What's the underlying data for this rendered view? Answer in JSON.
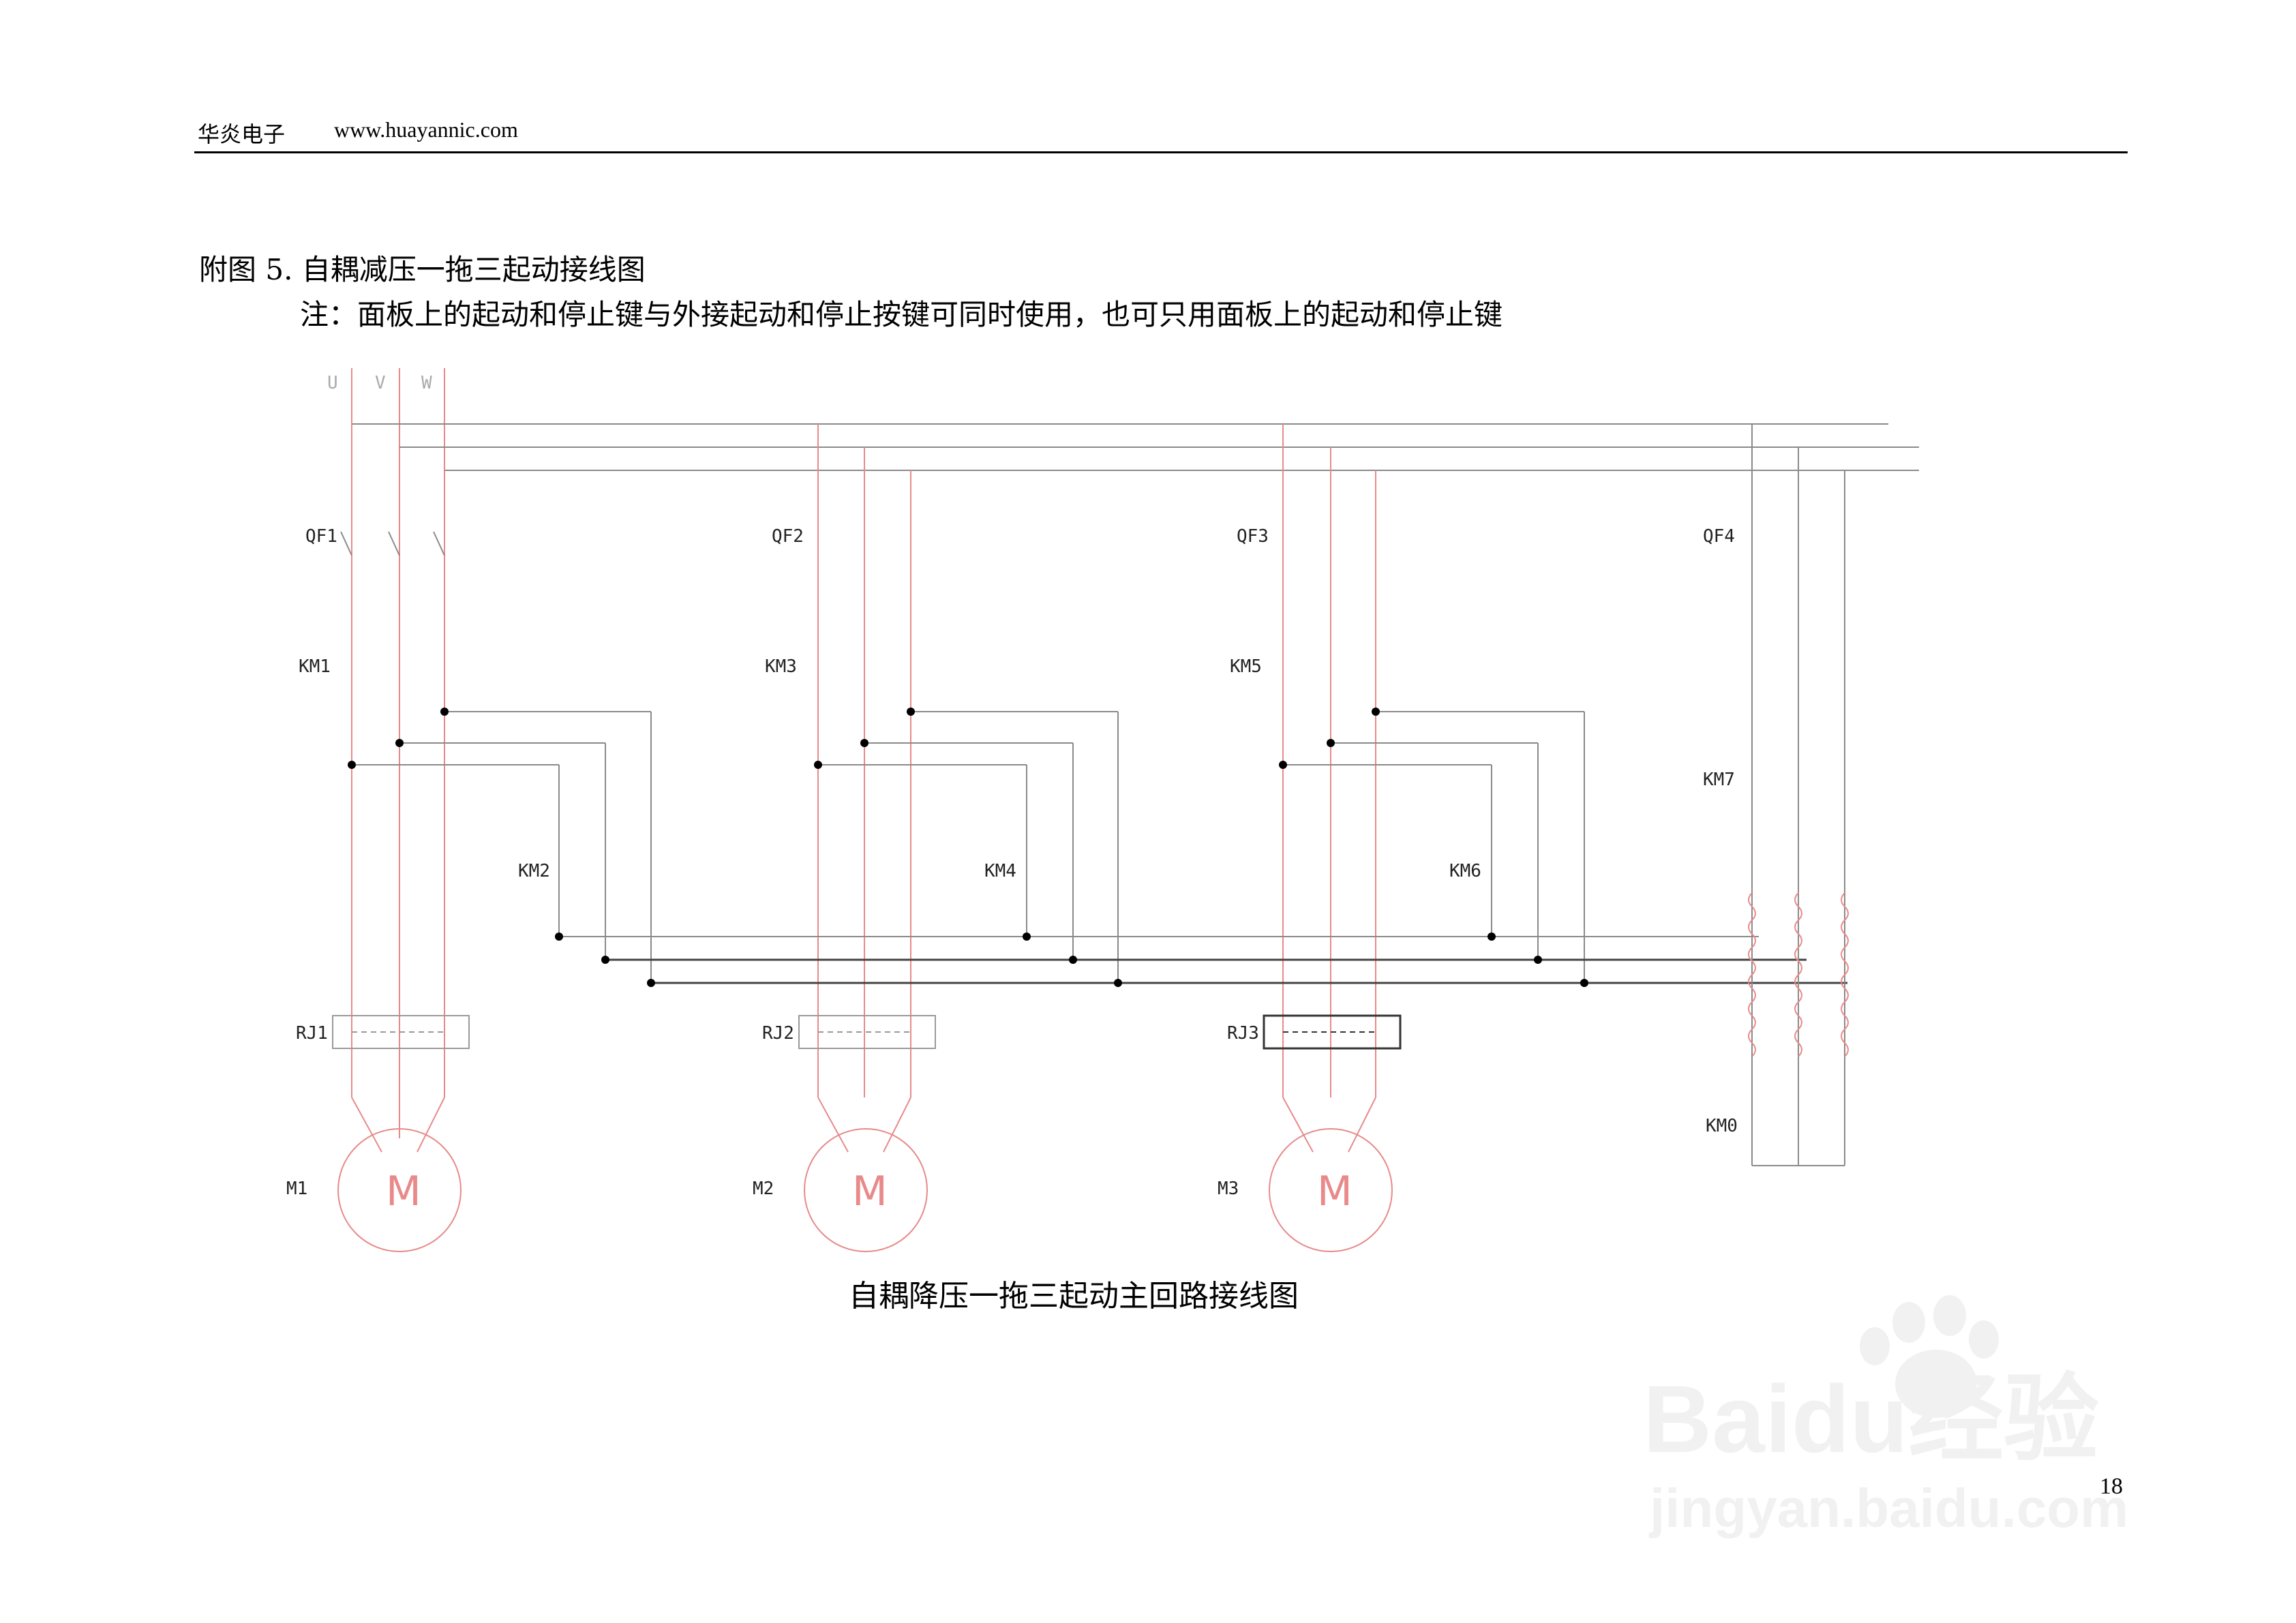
{
  "header": {
    "brand": "华炎电子",
    "url": "www.huayannic.com"
  },
  "figure": {
    "title": "附图 5. 自耦减压一拖三起动接线图",
    "note": "注：面板上的起动和停止键与外接起动和停止按键可同时使用，也可只用面板上的起动和停止键",
    "caption": "自耦降压一拖三起动主回路接线图"
  },
  "phases": [
    "U",
    "V",
    "W"
  ],
  "breakers": [
    "QF1",
    "QF2",
    "QF3",
    "QF4"
  ],
  "contactors": {
    "run": [
      "KM1",
      "KM3",
      "KM5"
    ],
    "start": [
      "KM2",
      "KM4",
      "KM6"
    ],
    "autotransformer": [
      "KM7",
      "KM0"
    ]
  },
  "relays": [
    "RJ1",
    "RJ2",
    "RJ3"
  ],
  "motors": [
    "M1",
    "M2",
    "M3"
  ],
  "motor_symbol": "M",
  "watermark": {
    "brand": "Baidu经验",
    "url": "jingyan.baidu.com",
    "icon": "paw-icon"
  },
  "page_number": "18"
}
